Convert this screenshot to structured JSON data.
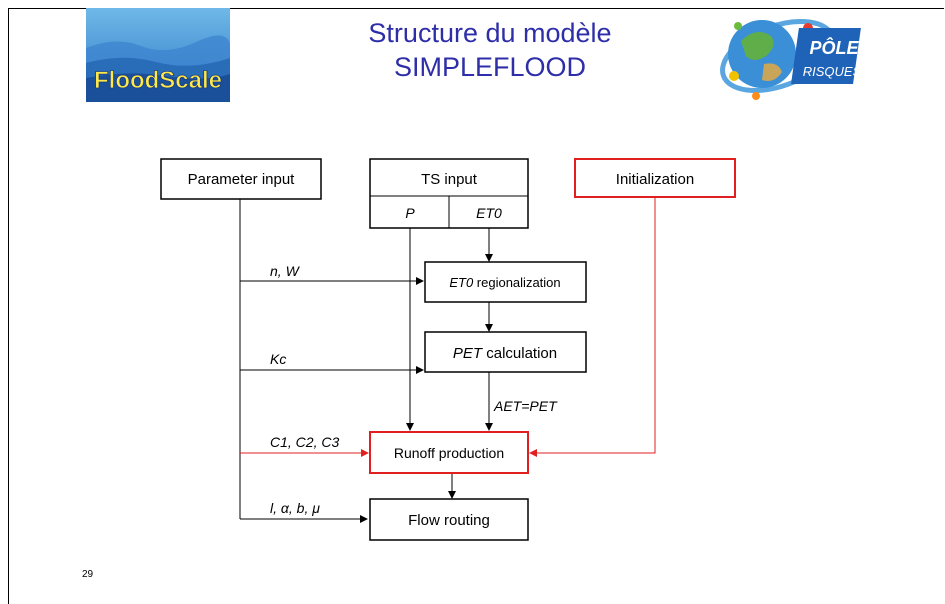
{
  "header": {
    "title_line1": "Structure du modèle",
    "title_line2": "SIMPLEFLOOD",
    "logo_left_text": "FloodScale",
    "logo_right_text_top": "PÔLE",
    "logo_right_text_bottom": "RISQUES"
  },
  "diagram": {
    "boxes": {
      "parameter_input": "Parameter input",
      "ts_input": "TS input",
      "ts_p": "P",
      "ts_et0": "ET0",
      "initialization": "Initialization",
      "et0_regionalization_var": "ET0",
      "et0_regionalization_text": " regionalization",
      "pet_calculation_var": "PET",
      "pet_calculation_text": " calculation",
      "runoff_production": "Runoff production",
      "flow_routing": "Flow routing"
    },
    "edge_labels": {
      "n_w": "n, W",
      "kc": "Kc",
      "c_params": "C1, C2, C3",
      "l_params": "l, α, b, μ",
      "aet_pet": "AET=PET"
    }
  },
  "footer": {
    "page_number": "29"
  },
  "colors": {
    "title": "#2e2fa8",
    "highlight": "#e02020",
    "line": "#000000"
  }
}
